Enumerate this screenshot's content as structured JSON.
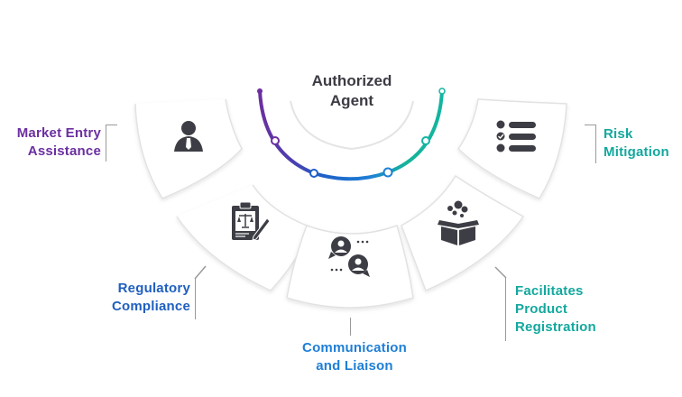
{
  "center": {
    "title_line1": "Authorized",
    "title_line2": "Agent"
  },
  "segments": [
    {
      "id": "market-entry",
      "line1": "Market Entry",
      "line2": "Assistance",
      "color": "#6b2fa0",
      "icon": "person-tie-icon"
    },
    {
      "id": "regulatory",
      "line1": "Regulatory",
      "line2": "Compliance",
      "color": "#1f5fbf",
      "icon": "clipboard-scales-icon"
    },
    {
      "id": "communication",
      "line1": "Communication",
      "line2": "and Liaison",
      "color": "#1e7fd6",
      "icon": "chat-people-icon"
    },
    {
      "id": "product-registration",
      "line1": "Facilitates",
      "line2": "Product",
      "line3": "Registration",
      "color": "#13a89e",
      "icon": "open-box-icon"
    },
    {
      "id": "risk",
      "line1": "Risk",
      "line2": "Mitigation",
      "color": "#13a89e",
      "icon": "checklist-icon"
    }
  ],
  "colors": {
    "purple": "#6b2fa0",
    "blue": "#1565c0",
    "teal": "#13b5a0",
    "icon": "#3d3d45",
    "card_edge": "#e6e6e6"
  }
}
